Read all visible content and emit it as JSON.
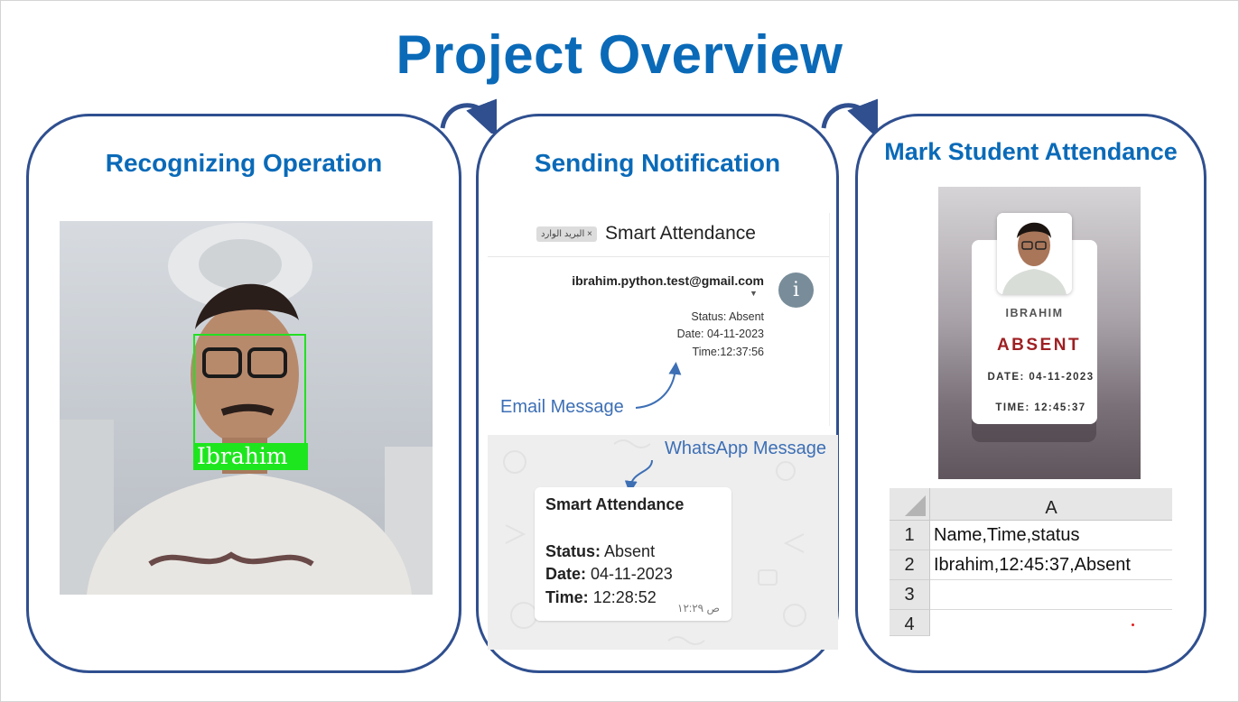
{
  "title": "Project Overview",
  "panels": {
    "recognize": {
      "title": "Recognizing Operation",
      "face_label": "Ibrahim"
    },
    "notify": {
      "title": "Sending Notification",
      "email": {
        "subject": "Smart Attendance",
        "inbox_chip": "البريد الوارد ×",
        "sender": "ibrahim.python.test@gmail.com",
        "avatar_letter": "i",
        "status": "Status: Absent",
        "date": "Date: 04-11-2023",
        "time": "Time:12:37:56"
      },
      "email_callout": "Email Message",
      "whatsapp_callout": "WhatsApp Message",
      "whatsapp": {
        "title": "Smart Attendance",
        "status_label": "Status:",
        "status_value": "Absent",
        "date_label": "Date:",
        "date_value": "04-11-2023",
        "time_label": "Time:",
        "time_value": "12:28:52",
        "timestamp": "ص ١٢:٢٩"
      }
    },
    "mark": {
      "title": "Mark Student Attendance",
      "card": {
        "name": "IBRAHIM",
        "status": "ABSENT",
        "date": "DATE: 04-11-2023",
        "time": "TIME: 12:45:37"
      },
      "sheet": {
        "column": "A",
        "rows": [
          {
            "num": "1",
            "value": "Name,Time,status"
          },
          {
            "num": "2",
            "value": "Ibrahim,12:45:37,Absent"
          },
          {
            "num": "3",
            "value": ""
          },
          {
            "num": "4",
            "value": ""
          }
        ]
      }
    }
  },
  "colors": {
    "title": "#0a6ab8",
    "panel_border": "#2f4f8f",
    "callout": "#3d6fb5",
    "face_box": "#22e022",
    "absent": "#9e1f22"
  }
}
